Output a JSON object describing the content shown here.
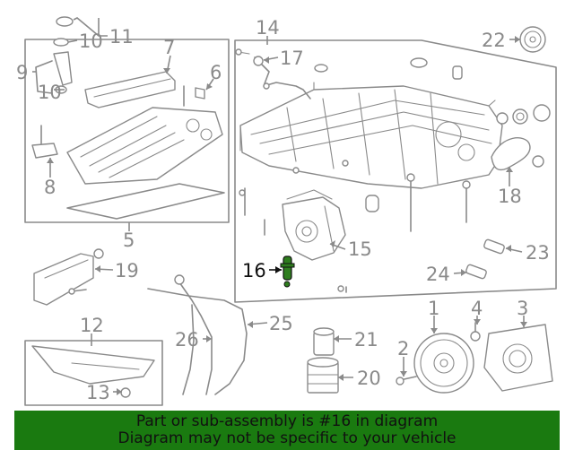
{
  "callouts": [
    {
      "id": "c1",
      "label": "1"
    },
    {
      "id": "c2",
      "label": "2"
    },
    {
      "id": "c3",
      "label": "3"
    },
    {
      "id": "c4",
      "label": "4"
    },
    {
      "id": "c5",
      "label": "5"
    },
    {
      "id": "c6",
      "label": "6"
    },
    {
      "id": "c7",
      "label": "7"
    },
    {
      "id": "c8",
      "label": "8"
    },
    {
      "id": "c9",
      "label": "9"
    },
    {
      "id": "c10a",
      "label": "10"
    },
    {
      "id": "c10b",
      "label": "10"
    },
    {
      "id": "c11",
      "label": "11"
    },
    {
      "id": "c12",
      "label": "12"
    },
    {
      "id": "c13",
      "label": "13"
    },
    {
      "id": "c14",
      "label": "14"
    },
    {
      "id": "c15",
      "label": "15"
    },
    {
      "id": "c16",
      "label": "16",
      "highlighted": true
    },
    {
      "id": "c17",
      "label": "17"
    },
    {
      "id": "c18",
      "label": "18"
    },
    {
      "id": "c19",
      "label": "19"
    },
    {
      "id": "c20",
      "label": "20"
    },
    {
      "id": "c21",
      "label": "21"
    },
    {
      "id": "c22",
      "label": "22"
    },
    {
      "id": "c23",
      "label": "23"
    },
    {
      "id": "c24",
      "label": "24"
    },
    {
      "id": "c25",
      "label": "25"
    },
    {
      "id": "c26",
      "label": "26"
    }
  ],
  "banner": {
    "line1": "Part or sub-assembly is #16 in diagram",
    "line2": "Diagram may not be specific to your vehicle",
    "color": "#1a7a10"
  },
  "colors": {
    "line": "#8a8a8a",
    "highlight": "#111111",
    "highlight_part": "#2e7d1e"
  }
}
